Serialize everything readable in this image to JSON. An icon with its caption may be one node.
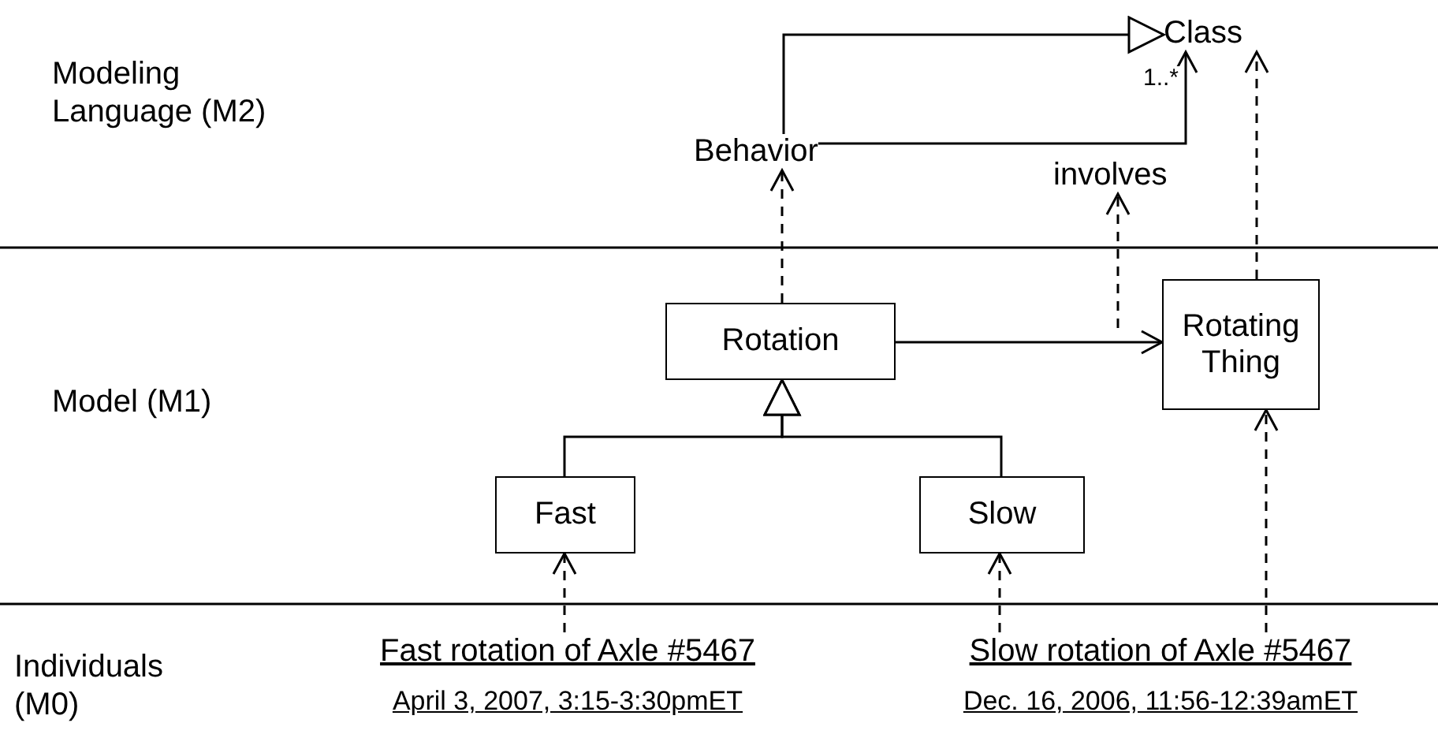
{
  "diagram": {
    "nodes": [
      {
        "text": [
          "Class"
        ]
      },
      {
        "text": [
          "Behavior"
        ]
      },
      {
        "text": [
          "involves"
        ]
      },
      {
        "text": [
          "Rotation"
        ]
      },
      {
        "text": [
          "Rotating Thing"
        ]
      },
      {
        "text": [
          "Fast"
        ]
      },
      {
        "text": [
          "Slow"
        ]
      },
      {
        "text": [
          "Fast rotation of Axle #5467",
          "April 3, 2007, 3:15-3:30pmET"
        ]
      },
      {
        "text": [
          "Slow rotation of Axle #5467",
          "Dec. 16, 2006, 11:56-12:39amET"
        ]
      }
    ],
    "edges": [
      {
        "from": 1,
        "to": 0,
        "arrow": "to"
      },
      {
        "from": 1,
        "to": 0,
        "arrow": "to",
        "label": "1..*"
      },
      {
        "from": 3,
        "to": 1,
        "arrow": "to",
        "style": "dashed"
      },
      {
        "from": null,
        "to": 2,
        "arrow": "to",
        "style": "dashed"
      },
      {
        "from": 3,
        "to": 4,
        "arrow": "to"
      },
      {
        "from": 4,
        "to": 0,
        "arrow": "to",
        "style": "dashed"
      },
      {
        "from": 5,
        "to": 3,
        "arrow": "to"
      },
      {
        "from": 6,
        "to": 3,
        "arrow": "to"
      },
      {
        "from": 7,
        "to": 5,
        "arrow": "to",
        "style": "dashed"
      },
      {
        "from": 8,
        "to": 6,
        "arrow": "to",
        "style": "dashed"
      },
      {
        "from": 8,
        "to": 4,
        "arrow": "to",
        "style": "dashed"
      }
    ],
    "labels": [
      "Modeling Language (M2)",
      "Model (M1)",
      "Individuals (M0)"
    ]
  }
}
